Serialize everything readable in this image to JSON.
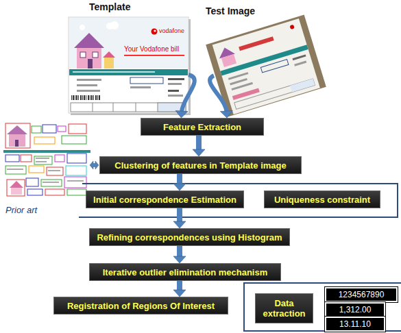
{
  "diagram": {
    "nodes": [
      {
        "text": [
          "Template"
        ]
      },
      {
        "text": [
          "Test Image"
        ]
      },
      {
        "text": [
          "Feature Extraction"
        ]
      },
      {
        "text": [
          "Clustering of features in Template image"
        ]
      },
      {
        "text": [
          "Initial correspondence Estimation"
        ]
      },
      {
        "text": [
          "Uniqueness constraint"
        ]
      },
      {
        "text": [
          "Refining correspondences using Histogram"
        ]
      },
      {
        "text": [
          "Iterative outlier elimination mechanism"
        ]
      },
      {
        "text": [
          "Registration of Regions Of Interest"
        ]
      },
      {
        "text": [
          "Data extraction"
        ]
      },
      {
        "text": [
          "1234567890"
        ]
      },
      {
        "text": [
          "1,312.00"
        ]
      },
      {
        "text": [
          "13.11.10"
        ]
      }
    ],
    "edges": [
      {
        "from": 0,
        "to": 2,
        "arrow": "to"
      },
      {
        "from": 1,
        "to": 2,
        "arrow": "to"
      },
      {
        "from": 2,
        "to": 3,
        "arrow": "to"
      },
      {
        "from": 3,
        "to": 4,
        "arrow": "to"
      },
      {
        "from": 4,
        "to": 6,
        "arrow": "to"
      },
      {
        "from": 6,
        "to": 7,
        "arrow": "to"
      },
      {
        "from": 7,
        "to": 8,
        "arrow": "to"
      }
    ],
    "labels": [
      "Prior art",
      "Your Vodafone bill",
      "vodafone"
    ]
  }
}
